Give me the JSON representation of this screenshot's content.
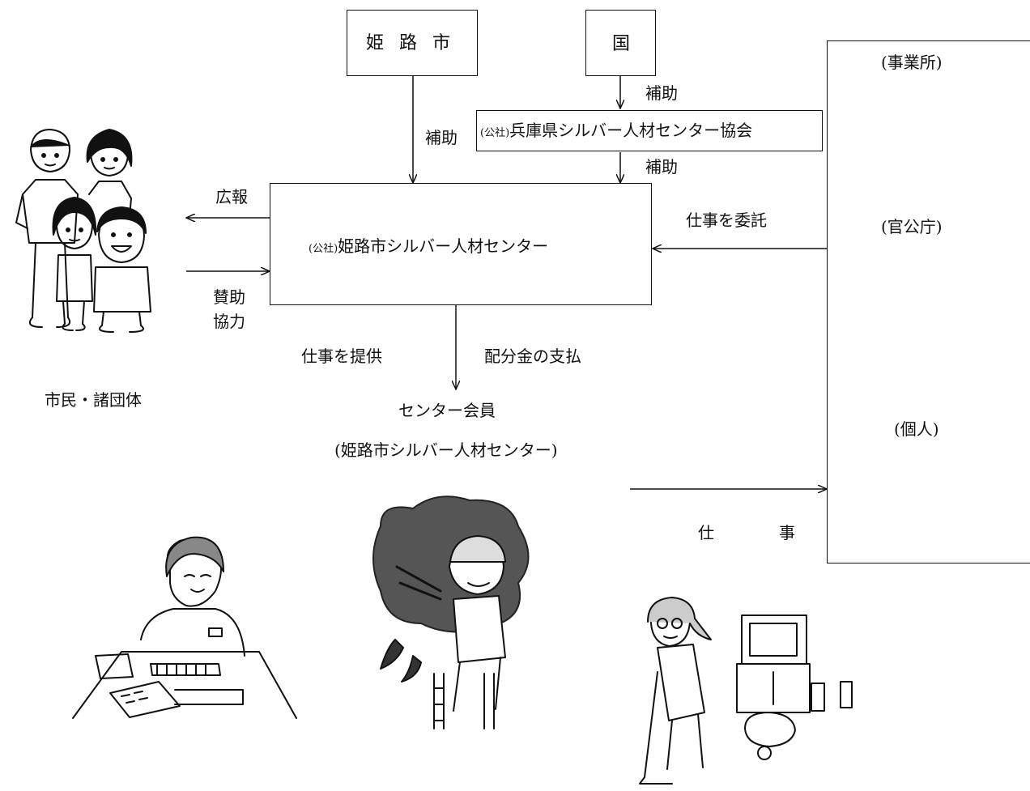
{
  "nodes": {
    "himeji_city": "姫 路 市",
    "kuni": "国",
    "hyogo_prefix": "(公社)",
    "hyogo_name": "兵庫県シルバー人材センター協会",
    "center_prefix": "(公社)",
    "center_name": "姫路市シルバー人材センター",
    "member_title": "センター会員",
    "member_sub": "(姫路市シルバー人材センター)",
    "citizens": "市民・諸団体",
    "office": "(事業所)",
    "govt": "(官公庁)",
    "individual": "(個人)"
  },
  "edges": {
    "himeji_hojo": "補助",
    "kuni_hojo": "補助",
    "hyogo_hojo": "補助",
    "koho": "広報",
    "sanjo_1": "賛助",
    "sanjo_2": "協力",
    "itaku": "仕事を委託",
    "teikyo": "仕事を提供",
    "haibun": "配分金の支払",
    "shigoto_1": "仕",
    "shigoto_2": "事"
  },
  "colors": {
    "line": "#111111",
    "background": "#ffffff"
  },
  "icons": [
    "family-illustration",
    "factory-icon",
    "office-building-icon",
    "house-icon",
    "accountant-worker-illustration",
    "gardener-worker-illustration",
    "cleaner-worker-illustration"
  ]
}
